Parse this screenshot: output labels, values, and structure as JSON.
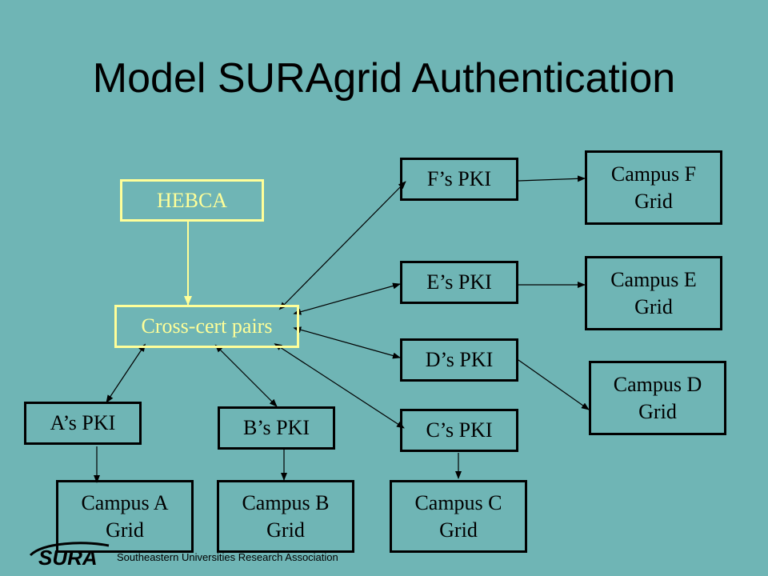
{
  "title": "Model SURAgrid Authentication",
  "nodes": {
    "hebca": "HEBCA",
    "cross_cert": "Cross-cert pairs",
    "a_pki": "A’s  PKI",
    "b_pki": "B’s  PKI",
    "c_pki": "C’s  PKI",
    "d_pki": "D’s  PKI",
    "e_pki": "E’s  PKI",
    "f_pki": "F’s  PKI",
    "campus_a": "Campus A\nGrid",
    "campus_b": "Campus B\nGrid",
    "campus_c": "Campus C\nGrid",
    "campus_d": "Campus D\nGrid",
    "campus_e": "Campus E\nGrid",
    "campus_f": "Campus F\nGrid"
  },
  "footer": {
    "logo_text": "SURA",
    "organization": "Southeastern Universities Research Association"
  },
  "colors": {
    "background": "#6fb5b5",
    "highlight": "#ffff99",
    "line": "#000000"
  }
}
